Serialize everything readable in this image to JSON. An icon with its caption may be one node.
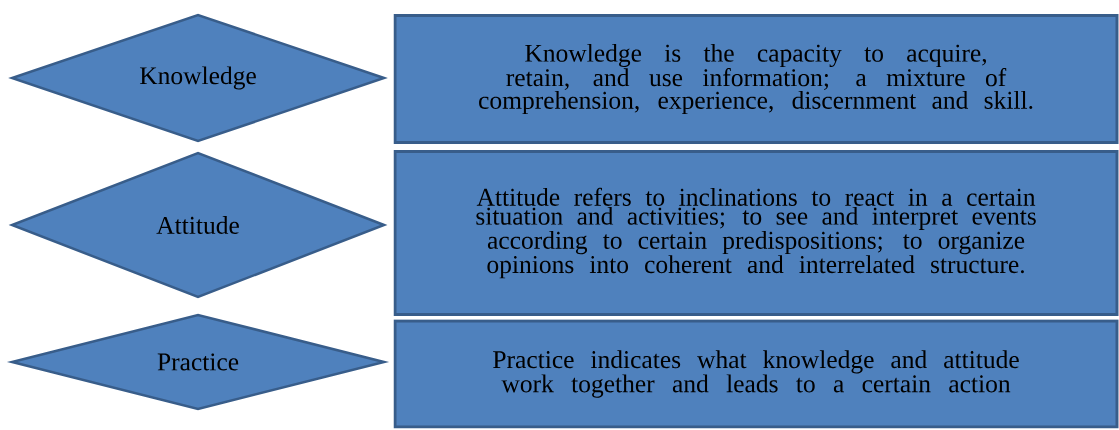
{
  "diagram": {
    "nodes": [
      {
        "text": [
          "Knowledge"
        ]
      },
      {
        "text": [
          "Attitude"
        ]
      },
      {
        "text": [
          "Practice"
        ]
      },
      {
        "text": [
          "Knowledge is the capacity to acquire, retain, and use information; a mixture of comprehension, experience, discernment and skill."
        ]
      },
      {
        "text": [
          "Attitude refers to inclinations to react in a certain situation and activities; to see and interpret events according to certain predispositions; to organize opinions into coherent and interrelated structure."
        ]
      },
      {
        "text": [
          "Practice indicates what knowledge and attitude work together and leads to a certain action"
        ]
      }
    ]
  }
}
